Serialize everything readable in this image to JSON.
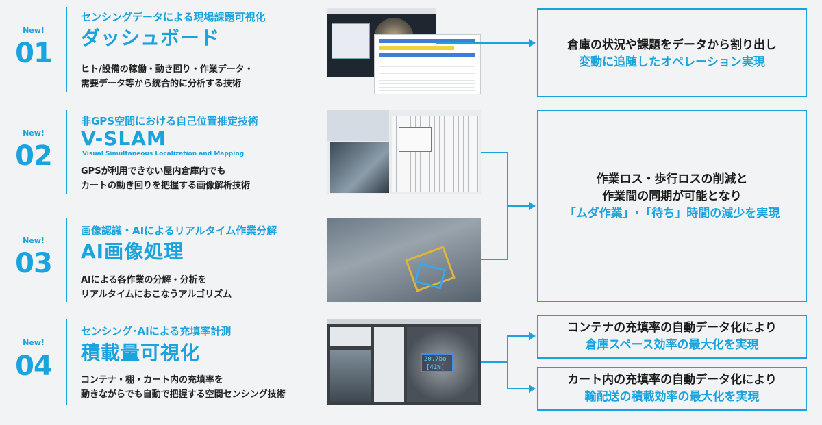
{
  "rows": [
    {
      "badge": "New!",
      "number": "01",
      "subtitle": "センシングデータによる現場課題可視化",
      "title": "ダッシュボード",
      "tagline": "",
      "desc": [
        "ヒト/設備の稼働・動き回り・作業データ・",
        "需要データ等から統合的に分析する技術"
      ]
    },
    {
      "badge": "New!",
      "number": "02",
      "subtitle": "非GPS空間における自己位置推定技術",
      "title": "V-SLAM",
      "tagline": "Visual Simultaneous Localization and Mapping",
      "desc": [
        "GPSが利用できない屋内倉庫内でも",
        "カートの動き回りを把握する画像解析技術"
      ]
    },
    {
      "badge": "New!",
      "number": "03",
      "subtitle": "画像認識・AIによるリアルタイム作業分解",
      "title": "AI画像処理",
      "tagline": "",
      "desc": [
        "AIによる各作業の分解・分析を",
        "リアルタイムにおこなうアルゴリズム"
      ]
    },
    {
      "badge": "New!",
      "number": "04",
      "subtitle": "センシング･AIによる充填率計測",
      "title": "積載量可視化",
      "tagline": "",
      "desc": [
        "コンテナ・棚・カート内の充填率を",
        "動きながらでも自動で把握する空間センシング技術"
      ]
    }
  ],
  "results": {
    "r1": {
      "line1": "倉庫の状況や課題をデータから割り出し",
      "line2": "変動に追随したオペレーション実現"
    },
    "r2": {
      "line1": "作業ロス・歩行ロスの削減と",
      "line2": "作業間の同期が可能となり",
      "line3": "「ムダ作業」･「待ち」時間の減少を実現"
    },
    "r3": {
      "line1": "コンテナの充填率の自動データ化により",
      "line2": "倉庫スペース効率の最大化を実現"
    },
    "r4": {
      "line1": "カート内の充填率の自動データ化により",
      "line2": "輸配送の積載効率の最大化を実現"
    }
  },
  "screens": {
    "fill_readout": "20.7bo",
    "fill_percent": "[41%]"
  },
  "colors": {
    "accent": "#1aa3dd",
    "background": "#f2f3f4"
  }
}
